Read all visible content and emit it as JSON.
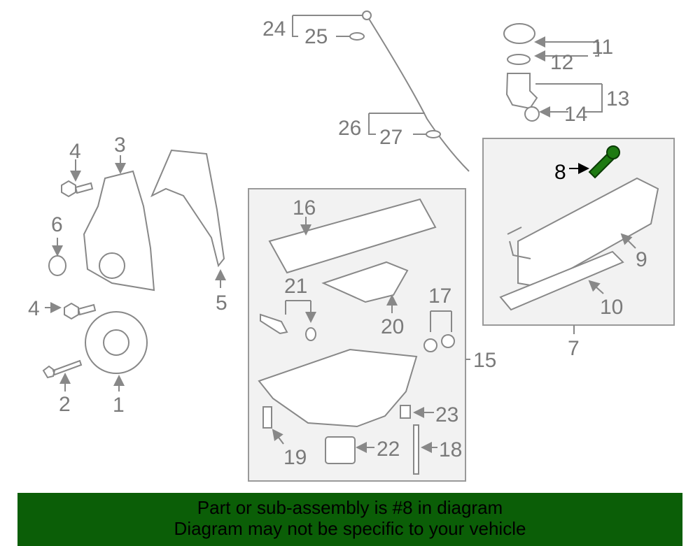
{
  "callouts": [
    "24",
    "25",
    "11",
    "12",
    "13",
    "14",
    "26",
    "27",
    "4",
    "3",
    "8",
    "16",
    "6",
    "9",
    "21",
    "17",
    "10",
    "4",
    "5",
    "20",
    "7",
    "15",
    "2",
    "1",
    "23",
    "22",
    "18",
    "19"
  ],
  "highlighted_part": "8",
  "highlight_color": "#1e7a12",
  "banner": {
    "line1": "Part or sub-assembly is #8 in diagram",
    "line2": "Diagram may not be specific to your vehicle",
    "color": "#0b5e07"
  }
}
